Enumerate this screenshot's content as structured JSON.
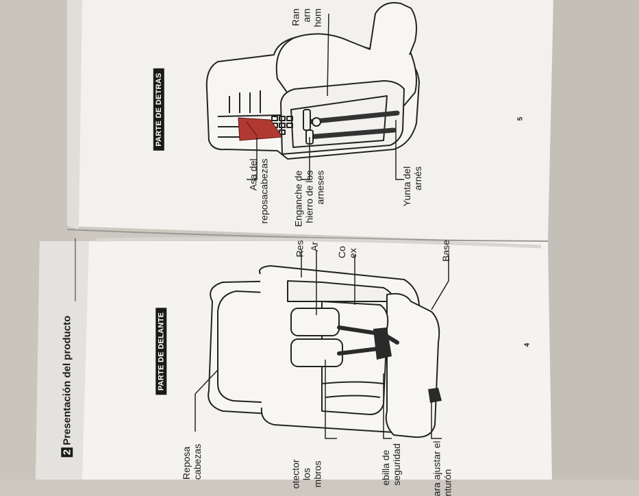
{
  "colors": {
    "background": "#cdc8c0",
    "page": "#f2f1ee",
    "line": "#2a2a2a",
    "accent": "#b03a32"
  },
  "section": {
    "number": "2",
    "title": "Presentación del producto"
  },
  "top_page": {
    "badge": "PARTE DE DETRAS",
    "page_number": "5",
    "labels": {
      "asa_1": "Asa del",
      "asa_2": "reposacabezas",
      "enganche_1": "Enganche de",
      "enganche_2": "hierro de los",
      "enganche_3": "arneses",
      "yunta_1": "Yunta del",
      "yunta_2": "arnés",
      "ran_1": "Ran",
      "ran_2": "arn",
      "ran_3": "hom"
    }
  },
  "bottom_page": {
    "badge": "PARTE DE DELANTE",
    "page_number": "4",
    "labels": {
      "reposa_1": "Reposa",
      "reposa_2": "cabezas",
      "protector_1": "otector",
      "protector_2": "los",
      "protector_3": "mbros",
      "hebilla_1": "ebilla de",
      "hebilla_2": "seguridad",
      "ajustar_1": "ara ajustar el",
      "ajustar_2": "nturón",
      "res": "Res",
      "ar": "Ar",
      "co_1": "Co",
      "co_2": "ex",
      "base": "Base"
    }
  }
}
